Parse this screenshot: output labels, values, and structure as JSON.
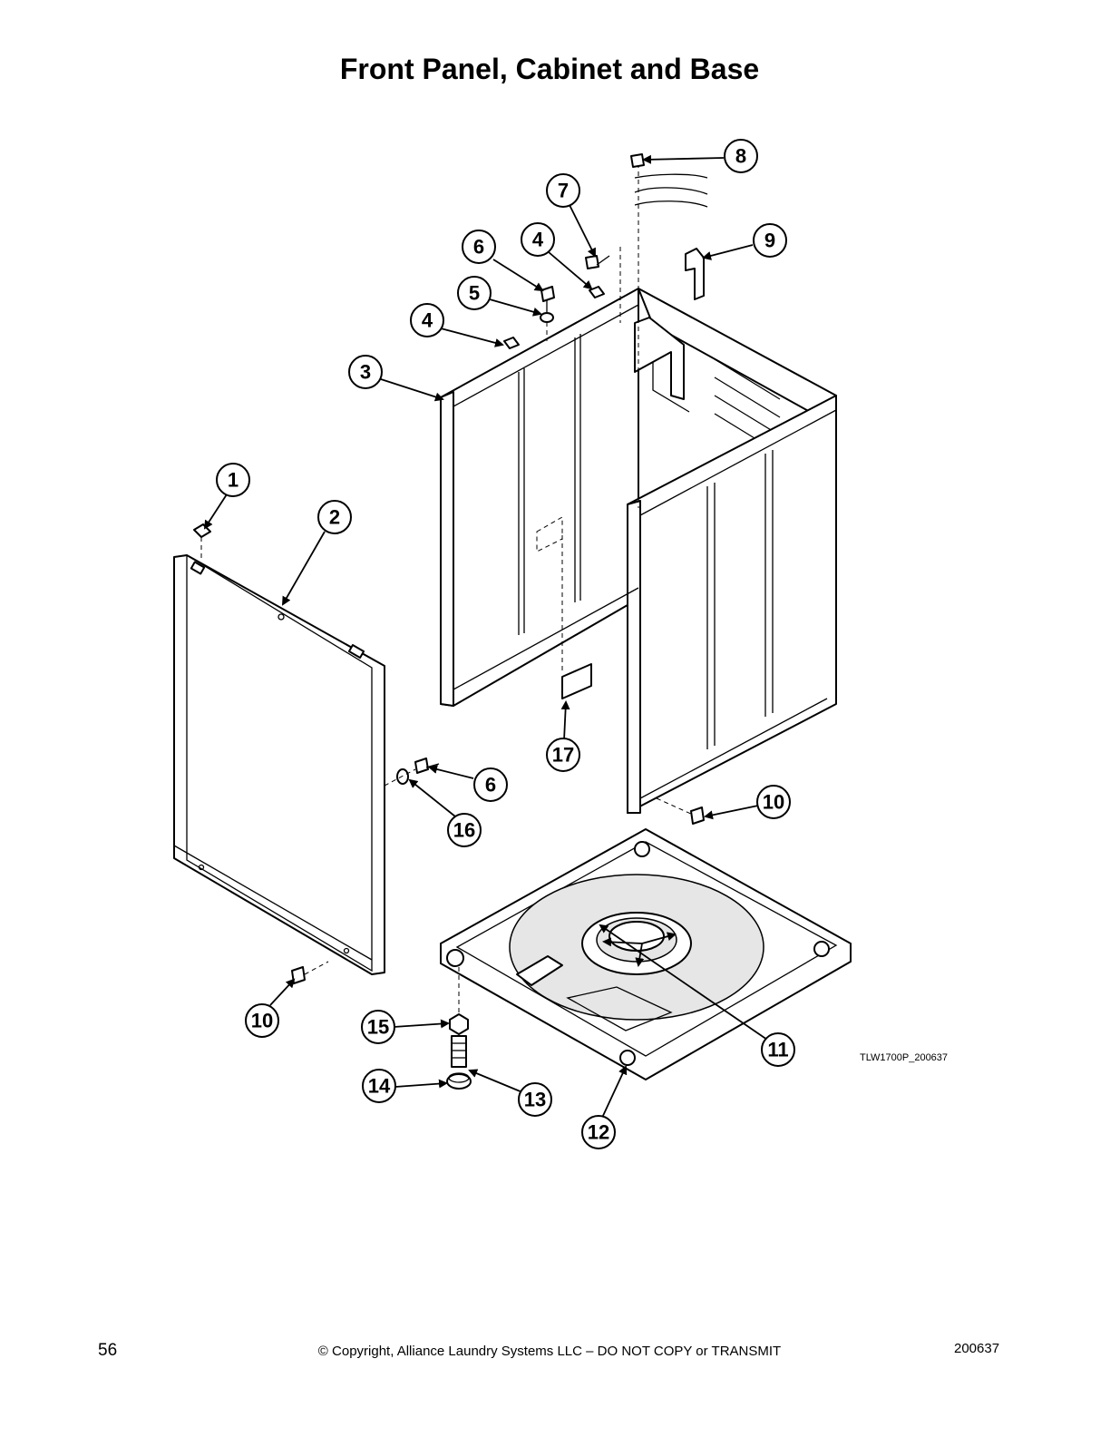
{
  "title": "Front Panel, Cabinet and Base",
  "drawing_code": "TLW1700P_200637",
  "callouts": [
    "1",
    "2",
    "3",
    "4",
    "4",
    "5",
    "6",
    "6",
    "7",
    "8",
    "9",
    "10",
    "10",
    "11",
    "12",
    "13",
    "14",
    "15",
    "16",
    "17"
  ],
  "footer": {
    "page_number": "56",
    "copyright": "© Copyright, Alliance Laundry Systems LLC – DO NOT COPY or TRANSMIT",
    "document_number": "200637"
  }
}
